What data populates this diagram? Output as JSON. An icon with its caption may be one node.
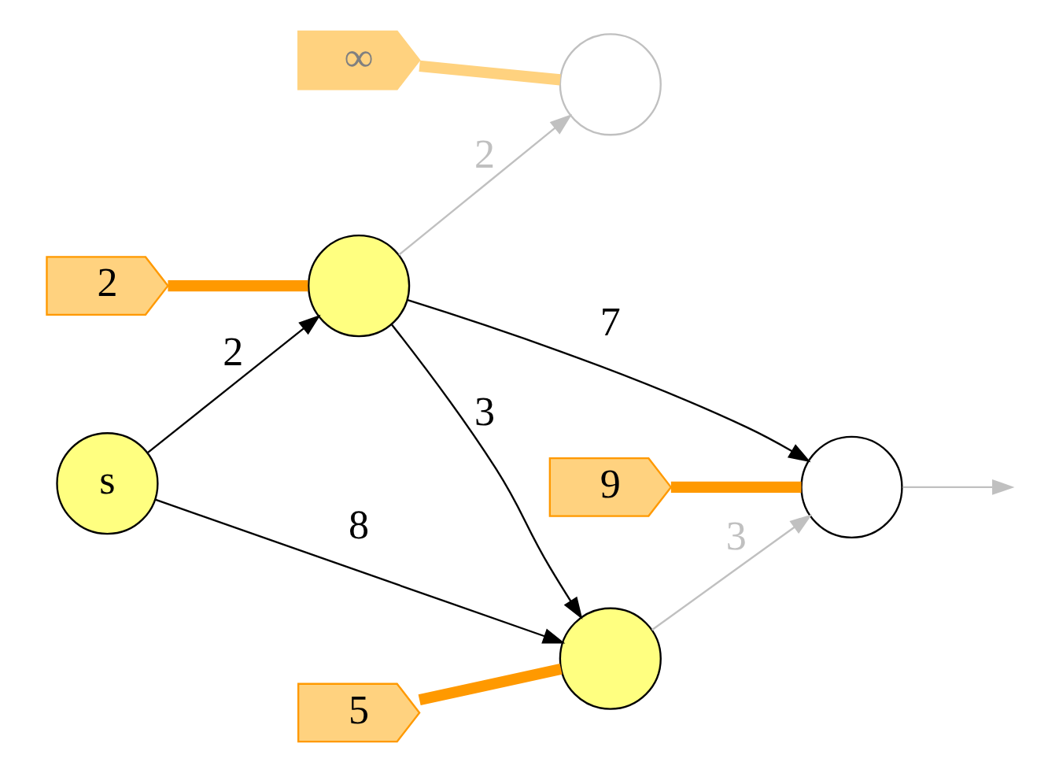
{
  "diagram": {
    "nodes": [
      {
        "text": [
          "∞"
        ]
      },
      {
        "text": [
          "2"
        ]
      },
      {
        "text": [],
        "shape": "circle"
      },
      {
        "text": [],
        "shape": "circle"
      },
      {
        "text": [
          "s"
        ]
      },
      {
        "text": [
          "5"
        ]
      },
      {
        "text": [
          "9"
        ]
      },
      {
        "text": [],
        "shape": "circle"
      },
      {
        "text": [],
        "shape": "circle"
      }
    ],
    "edges": [
      {
        "from": 4,
        "to": 2,
        "arrow": "to",
        "label": "2"
      },
      {
        "from": 4,
        "to": 7,
        "arrow": "to",
        "label": "8"
      },
      {
        "from": 2,
        "to": 7,
        "arrow": "to",
        "label": "3"
      },
      {
        "from": 2,
        "to": 3,
        "arrow": "to",
        "label": "2",
        "color": "#c0c0c0"
      },
      {
        "from": 2,
        "to": 8,
        "arrow": "to",
        "label": "7"
      },
      {
        "from": 7,
        "to": 8,
        "arrow": "to",
        "label": "3",
        "color": "#c0c0c0"
      },
      {
        "from": 8,
        "to": null,
        "arrow": "to",
        "color": "#c0c0c0"
      },
      {
        "from": 0,
        "to": 3,
        "arrow": "none",
        "style": "thick",
        "color": "#ffd27f"
      },
      {
        "from": 1,
        "to": 2,
        "arrow": "none",
        "style": "thick",
        "color": "#ff9900"
      },
      {
        "from": 5,
        "to": 7,
        "arrow": "none",
        "style": "thick",
        "color": "#ff9900"
      },
      {
        "from": 6,
        "to": 8,
        "arrow": "none",
        "style": "thick",
        "color": "#ff9900"
      }
    ]
  }
}
